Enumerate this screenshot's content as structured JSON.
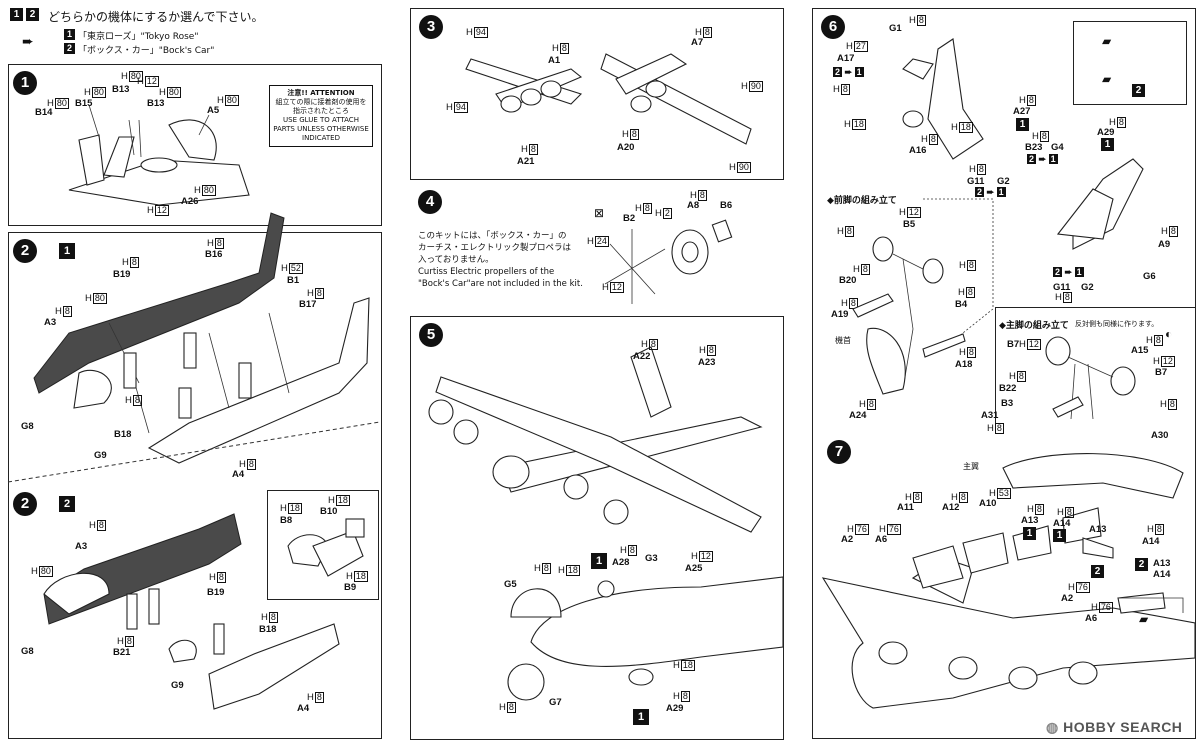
{
  "header": {
    "num1": "1",
    "num2": "2",
    "title": "どちらかの機体にするか選んで下さい。",
    "opt1_num": "1",
    "opt1_text": "「東京ローズ」\"Tokyo Rose\"",
    "opt2_num": "2",
    "opt2_text": "「ボックス・カー」\"Bock's Car\""
  },
  "steps": {
    "s1": "1",
    "s2a": "2",
    "s2a_variant": "1",
    "s2b": "2",
    "s2b_variant": "2",
    "s3": "3",
    "s4": "4",
    "s5": "5",
    "s6": "6",
    "s7": "7"
  },
  "attention": {
    "title": "注意!! ATTENTION",
    "jp": "組立ての際に接着剤の使用を指示されたところ",
    "en": "USE GLUE TO ATTACH PARTS UNLESS OTHERWISE INDICATED"
  },
  "step4_note": {
    "jp1": "このキットには、「ボックス・カー」の",
    "jp2": "カーチス・エレクトリック製プロペラは",
    "jp3": "入っておりません。",
    "en1": "Curtiss Electric propellers of the",
    "en2": "\"Bock's Car\"are not included in the kit."
  },
  "step6_sub": {
    "front_gear": "◆前脚の組み立て",
    "main_gear": "◆主脚の組み立て",
    "main_gear_note": "反対側も同様に作ります。",
    "nose": "機首",
    "main_wing": "主翼"
  },
  "labels": {
    "s1": [
      {
        "t": "H",
        "b": "80"
      },
      {
        "t": "H",
        "b": "12"
      },
      {
        "t": "B13"
      },
      {
        "t": "H",
        "b": "80"
      },
      {
        "t": "B15"
      },
      {
        "t": "H",
        "b": "80"
      },
      {
        "t": "B13"
      },
      {
        "t": "H",
        "b": "80"
      },
      {
        "t": "B14"
      },
      {
        "t": "H",
        "b": "80"
      },
      {
        "t": "A5"
      },
      {
        "t": "H",
        "b": "80"
      },
      {
        "t": "A26"
      },
      {
        "t": "H",
        "b": "12"
      }
    ],
    "s2a": [
      "B19",
      "H8",
      "B16",
      "H52",
      "B1",
      "H8",
      "B17",
      "H80",
      "A3",
      "H8",
      "H8",
      "B18",
      "G8",
      "G9",
      "H8",
      "A4"
    ],
    "s2b": [
      "H8",
      "A3",
      "H80",
      "B19",
      "H8",
      "B18",
      "H8",
      "B21",
      "G8",
      "G9",
      "H8",
      "A4",
      "H18",
      "B8",
      "H18",
      "B10",
      "H18",
      "B9"
    ],
    "s3": [
      "H94",
      "H8",
      "A1",
      "H94",
      "H8",
      "A21",
      "H8",
      "A7",
      "H90",
      "H8",
      "A20",
      "H90"
    ],
    "s4": [
      "H8",
      "B2",
      "H2",
      "H8",
      "A8",
      "B6",
      "H24",
      "H12"
    ],
    "s5": [
      "H8",
      "A22",
      "H8",
      "A23",
      "H8",
      "A28",
      "G3",
      "H12",
      "A25",
      "H8",
      "H18",
      "G5",
      "H8",
      "G7",
      "H18",
      "H8",
      "A29"
    ],
    "s6": [
      "H8",
      "G1",
      "H27",
      "A17",
      "H18",
      "H8",
      "A16",
      "H18",
      "A27",
      "H8",
      "A29",
      "H8",
      "B23",
      "G4",
      "H8",
      "G11",
      "G2",
      "H8",
      "A9",
      "G6",
      "G11",
      "G2",
      "H8"
    ],
    "s6_front": [
      "H8",
      "H12",
      "B5",
      "H8",
      "H8",
      "B20",
      "H8",
      "B4",
      "H8",
      "A19",
      "H8",
      "A18",
      "H8",
      "A24"
    ],
    "s6_main": [
      "B7",
      "H12",
      "H8",
      "A15",
      "H12",
      "B7",
      "H8",
      "B22",
      "B3",
      "H8",
      "A31",
      "H8",
      "A30",
      "H8"
    ],
    "s7": [
      "H8",
      "A11",
      "H8",
      "A12",
      "H53",
      "A10",
      "H8",
      "A13",
      "H8",
      "A14",
      "H76",
      "A2",
      "H76",
      "A6",
      "H8",
      "A14",
      "A13",
      "A13",
      "A14",
      "H76",
      "A2",
      "H76",
      "A6"
    ]
  },
  "watermark": "HOBBY SEARCH"
}
